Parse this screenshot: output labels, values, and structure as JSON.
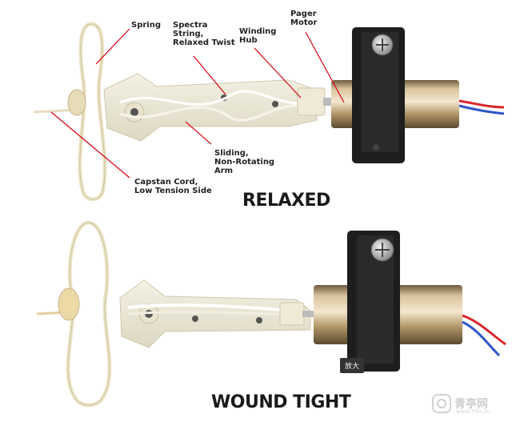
{
  "labels": {
    "spring": "Spring",
    "spectra": "Spectra\nString,\nRelaxed Twist",
    "winding_hub": "Winding\nHub",
    "pager_motor": "Pager\nMotor",
    "sliding_arm": "Sliding,\nNon-Rotating\nArm",
    "capstan_cord": "Capstan Cord,\nLow Tension Side"
  },
  "headings": {
    "relaxed": "RELAXED",
    "wound_tight": "WOUND TIGHT"
  },
  "tooltip": "放大",
  "watermark": {
    "text": "青亭网",
    "sub": "www.7tin.cn"
  },
  "colors": {
    "leader_line": "#d8000f",
    "motor_bracket": "#1c1c1c",
    "motor_body": "#b99c6f",
    "wire_red": "#d9262a",
    "wire_blue": "#2f56c8"
  }
}
